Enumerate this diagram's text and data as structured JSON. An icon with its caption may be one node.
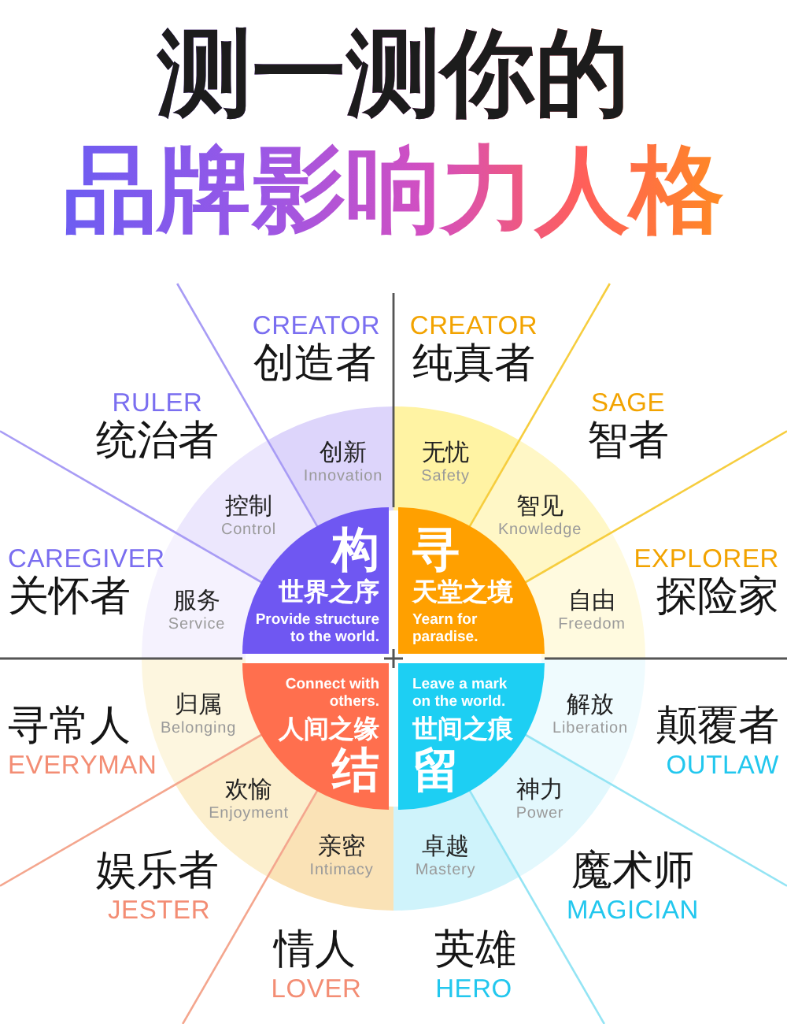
{
  "diagram": {
    "title": "测一测你的品牌影响力人格",
    "nodes": [
      {
        "text": [
          "构",
          "世界之序",
          "Provide structure to the world."
        ]
      },
      {
        "text": [
          "寻",
          "天堂之境",
          "Yearn for paradise."
        ]
      },
      {
        "text": [
          "Connect with others.",
          "人间之缘",
          "结"
        ]
      },
      {
        "text": [
          "Leave a mark on the world.",
          "世间之痕",
          "留"
        ]
      },
      {
        "text": [
          "创新",
          "Innovation"
        ]
      },
      {
        "text": [
          "控制",
          "Control"
        ]
      },
      {
        "text": [
          "服务",
          "Service"
        ]
      },
      {
        "text": [
          "无忧",
          "Safety"
        ]
      },
      {
        "text": [
          "智见",
          "Knowledge"
        ]
      },
      {
        "text": [
          "自由",
          "Freedom"
        ]
      },
      {
        "text": [
          "归属",
          "Belonging"
        ]
      },
      {
        "text": [
          "欢愉",
          "Enjoyment"
        ]
      },
      {
        "text": [
          "亲密",
          "Intimacy"
        ]
      },
      {
        "text": [
          "解放",
          "Liberation"
        ]
      },
      {
        "text": [
          "神力",
          "Power"
        ]
      },
      {
        "text": [
          "卓越",
          "Mastery"
        ]
      }
    ],
    "labels": [
      "CREATOR",
      "创造者",
      "CREATOR",
      "纯真者",
      "RULER",
      "统治者",
      "SAGE",
      "智者",
      "CAREGIVER",
      "关怀者",
      "EXPLORER",
      "探险家",
      "寻常人",
      "EVERYMAN",
      "颠覆者",
      "OUTLAW",
      "娱乐者",
      "JESTER",
      "魔术师",
      "MAGICIAN",
      "情人",
      "LOVER",
      "英雄",
      "HERO"
    ]
  }
}
